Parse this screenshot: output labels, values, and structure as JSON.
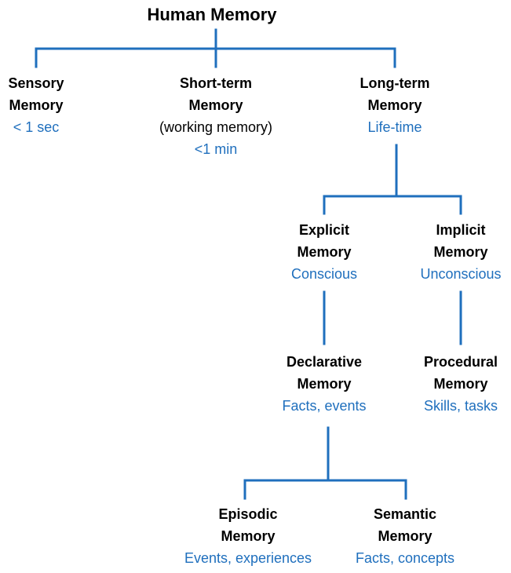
{
  "title": "Human Memory",
  "colors": {
    "line": "#1f6fbd",
    "accent_text": "#1f6fbd",
    "text": "#000000"
  },
  "nodes": {
    "sensory": {
      "line1": "Sensory",
      "line2": "Memory",
      "detail": "< 1 sec"
    },
    "shortterm": {
      "line1": "Short-term",
      "line2": "Memory",
      "note": "(working memory)",
      "detail": "<1 min"
    },
    "longterm": {
      "line1": "Long-term",
      "line2": "Memory",
      "detail": "Life-time"
    },
    "explicit": {
      "line1": "Explicit",
      "line2": "Memory",
      "detail": "Conscious"
    },
    "implicit": {
      "line1": "Implicit",
      "line2": "Memory",
      "detail": "Unconscious"
    },
    "declarative": {
      "line1": "Declarative",
      "line2": "Memory",
      "detail": "Facts, events"
    },
    "procedural": {
      "line1": "Procedural",
      "line2": "Memory",
      "detail": "Skills, tasks"
    },
    "episodic": {
      "line1": "Episodic",
      "line2": "Memory",
      "detail": "Events, experiences"
    },
    "semantic": {
      "line1": "Semantic",
      "line2": "Memory",
      "detail": "Facts, concepts"
    }
  }
}
